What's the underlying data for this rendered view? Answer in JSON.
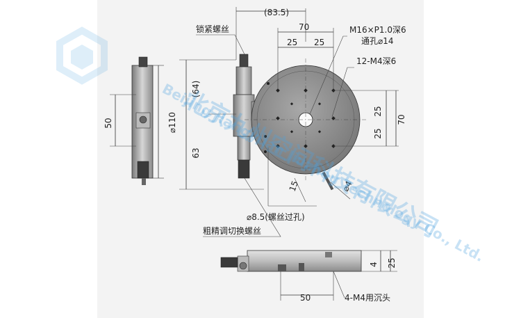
{
  "labels": {
    "lock_screw": "锁紧螺丝",
    "thread_hole": "M16×P1.0深6",
    "through_hole": "通孔⌀14",
    "m4_holes": "12-M4深6",
    "screw_hole": "⌀8.5(螺丝过孔)",
    "switch_screw": "粗精调切换螺丝",
    "countersink": "4-M4用沉头"
  },
  "dimensions": {
    "top_width": "(83.5)",
    "width_70": "70",
    "left_25": "25",
    "right_25": "25",
    "height_64": "(64)",
    "diameter_110": "⌀110",
    "height_63": "63",
    "side_50": "50",
    "right_25a": "25",
    "right_25b": "25",
    "right_70": "70",
    "dim_15": "15",
    "dim_d4": "⌀4",
    "bottom_50": "50",
    "bottom_4": "4",
    "bottom_25": "25"
  },
  "watermark": {
    "company_cn": "北京九州空间科技有限公司",
    "company_en": "Beijing Jiangyuan Jiuzhou Technology Co., Ltd."
  }
}
